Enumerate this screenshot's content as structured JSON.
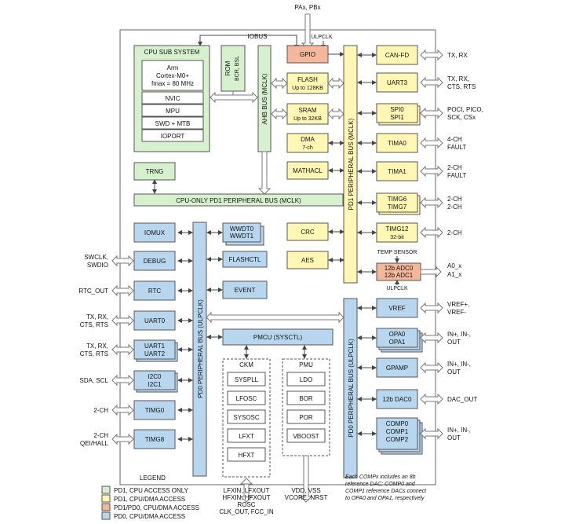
{
  "top_pins": "PAx, PBx",
  "iobus_label": "IOBUS",
  "ulpclk_top": "ULPCLK",
  "cpu": {
    "title": "CPU SUB SYSTEM",
    "core_line1": "Arm",
    "core_line2": "Cortex-M0+",
    "core_line3": "fmax = 80 MHz",
    "items": [
      "NVIC",
      "MPU",
      "SWD + MTB",
      "IOPORT"
    ]
  },
  "rom": {
    "label": "ROM",
    "sub": "BCR, BSL"
  },
  "ahb_bus": "AHB BUS (MCLK)",
  "gpio": "GPIO",
  "flash": {
    "l1": "FLASH",
    "l2": "Up to 128KB"
  },
  "sram": {
    "l1": "SRAM",
    "l2": "Up to 32KB"
  },
  "dma": {
    "l1": "DMA",
    "l2": "7-ch"
  },
  "mathacl": "MATHACL",
  "crc": "CRC",
  "aes": "AES",
  "trng": "TRNG",
  "cpu_only_bus": "CPU-ONLY PD1 PERIPHERAL BUS (MCLK)",
  "pd1_bus": "PD1 PERIPHERAL BUS (MCLK)",
  "pd1_periph": [
    {
      "l1": "CAN-FD",
      "l2": "",
      "pins": [
        "TX, RX"
      ]
    },
    {
      "l1": "UART3",
      "l2": "",
      "pins": [
        "TX, RX,",
        "CTS, RTS"
      ]
    },
    {
      "l1": "SPI0",
      "l2": "SPI1",
      "pins": [
        "POCI, PICO,",
        "SCK, CSx"
      ]
    },
    {
      "l1": "TIMA0",
      "l2": "",
      "pins": [
        "4-CH",
        "FAULT"
      ]
    },
    {
      "l1": "TIMA1",
      "l2": "",
      "pins": [
        "2-CH",
        "FAULT"
      ]
    },
    {
      "l1": "TIMG6",
      "l2": "TIMG7",
      "pins": [
        "2-CH",
        "2-CH"
      ]
    },
    {
      "l1": "TIMG12",
      "l2": "32-bit",
      "pins": [
        "2-CH"
      ]
    }
  ],
  "temp_sensor": "TEMP SENSOR",
  "adc": {
    "l1": "12b ADC0",
    "l2": "12b ADC1",
    "pins": [
      "A0_x",
      "A1_x"
    ]
  },
  "ulpclk_adc": "ULPCLK",
  "pd0_right_bus": "PD0 PERIPHERAL BUS (ULPCLK)",
  "pd0_right_periph": [
    {
      "l1": "VREF",
      "l2": "",
      "l3": "",
      "pins": [
        "VREF+,",
        "VREF-"
      ]
    },
    {
      "l1": "OPA0",
      "l2": "OPA1",
      "l3": "",
      "pins": [
        "IN+, IN-,",
        "OUT"
      ]
    },
    {
      "l1": "GPAMP",
      "l2": "",
      "l3": "",
      "pins": [
        "IN+, IN-,",
        "OUT"
      ]
    },
    {
      "l1": "12b DAC0",
      "l2": "",
      "l3": "",
      "pins": [
        "DAC_OUT"
      ]
    },
    {
      "l1": "COMP0",
      "l2": "COMP1",
      "l3": "COMP2",
      "pins": [
        "IN+, IN-,",
        "OUT"
      ]
    }
  ],
  "pd0_left_bus": "PD0 PERIPHERAL BUS (ULPCLK)",
  "pd0_left_periph": [
    {
      "l1": "IOMUX",
      "l2": "",
      "pins": []
    },
    {
      "l1": "DEBUG",
      "l2": "",
      "pins": [
        "SWCLK,",
        "SWDIO"
      ]
    },
    {
      "l1": "RTC",
      "l2": "",
      "pins": [
        "RTC_OUT"
      ]
    },
    {
      "l1": "UART0",
      "l2": "",
      "pins": [
        "TX, RX,",
        "CTS, RTS"
      ]
    },
    {
      "l1": "UART1",
      "l2": "UART2",
      "pins": [
        "TX, RX,",
        "CTS, RTS"
      ]
    },
    {
      "l1": "I2C0",
      "l2": "I2C1",
      "pins": [
        "SDA, SCL"
      ]
    },
    {
      "l1": "TIMG0",
      "l2": "",
      "pins": [
        "2-CH"
      ]
    },
    {
      "l1": "TIMG8",
      "l2": "",
      "pins": [
        "2-CH",
        "QEI/HALL"
      ]
    }
  ],
  "wwdt": {
    "l1": "WWDT0",
    "l2": "WWDT1"
  },
  "flashctl": "FLASHCTL",
  "event": "EVENT",
  "pmcu": "PMCU (SYSCTL)",
  "ckm": {
    "title": "CKM",
    "items": [
      "SYSPLL",
      "LFOSC",
      "SYSOSC",
      "LFXT",
      "HFXT"
    ]
  },
  "pmu": {
    "title": "PMU",
    "items": [
      "LDO",
      "BOR",
      "POR",
      "VBOOST"
    ]
  },
  "ckm_pins": [
    "LFXIN, LFXOUT",
    "HFXIN, HFXOUT",
    "ROSC",
    "CLK_OUT, FCC_IN"
  ],
  "pmu_pins": [
    "VDD, VSS",
    "VCORE, NRST"
  ],
  "legend": {
    "title": "LEGEND",
    "items": [
      {
        "label": "PD1, CPU ACCESS ONLY",
        "color": "#d7f1cf"
      },
      {
        "label": "PD1, CPU/DMA ACCESS",
        "color": "#fff7b3"
      },
      {
        "label": "PD1/PD0, CPU/DMA ACCESS",
        "color": "#f4b79b"
      },
      {
        "label": "PD0, CPU/DMA ACCESS",
        "color": "#b9d6ef"
      }
    ]
  },
  "note": [
    "Each COMPx includes an 8b",
    "reference DAC; COMP0 and",
    "COMP1 reference DACs connect",
    "to OPA0 and OPA1, respectively"
  ]
}
